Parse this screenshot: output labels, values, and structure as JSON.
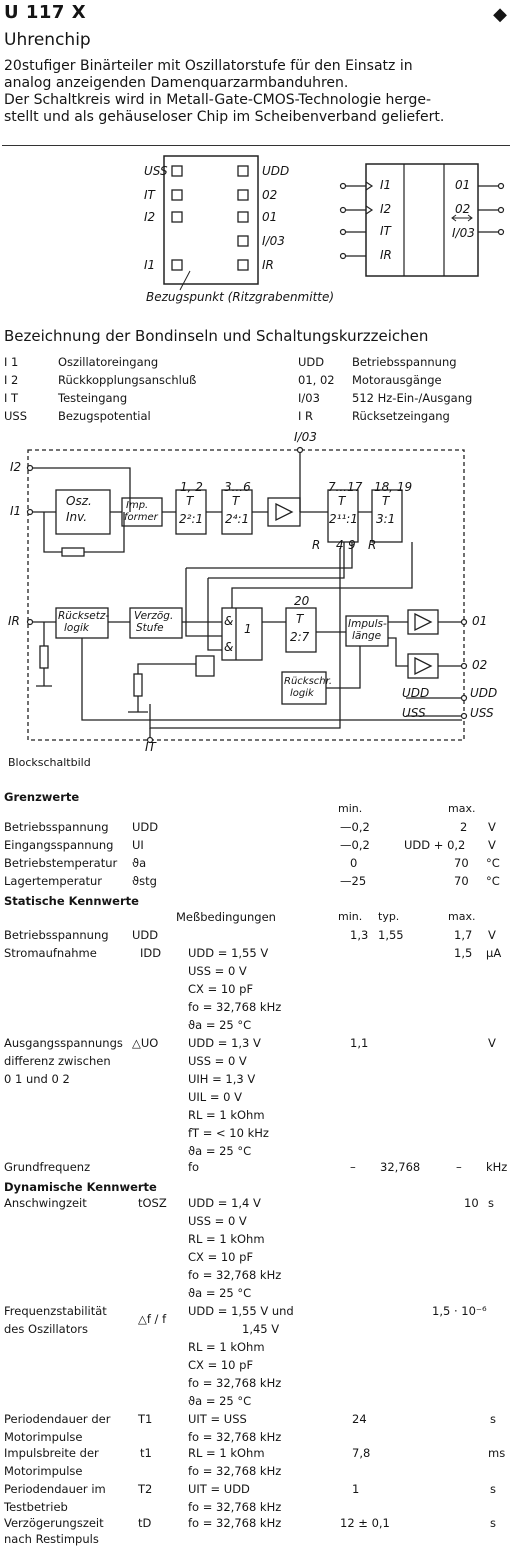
{
  "header": {
    "title": "U 117 X",
    "marker": "◆",
    "subtitle": "Uhrenchip",
    "intro": [
      "20stufiger Binärteiler mit Oszillatorstufe für den Einsatz in",
      "analog anzeigenden Damenquarzarmbanduhren.",
      "Der Schaltkreis wird in Metall-Gate-CMOS-Technologie herge-",
      "stellt und als gehäuseloser Chip im Scheibenverband geliefert."
    ]
  },
  "pinout": {
    "left_pins": [
      "USS",
      "IT",
      "I2",
      "",
      "I1"
    ],
    "right_pins": [
      "UDD",
      "02",
      "01",
      "I/03",
      "IR"
    ],
    "reference_note": "Bezugspunkt (Ritzgrabenmitte)",
    "symbol_inputs": [
      "I1",
      "I2",
      "IT",
      "IR"
    ],
    "symbol_outputs": [
      "01",
      "02",
      "I/03"
    ]
  },
  "bond_heading": "Bezeichnung der Bondinseln und Schaltungskurzzeichen",
  "bond_rows": [
    {
      "code": "I 1",
      "desc": "Oszillatoreingang",
      "code2": "UDD",
      "desc2": "Betriebsspannung"
    },
    {
      "code": "I 2",
      "desc": "Rückkopplungsanschluß",
      "code2": "01, 02",
      "desc2": "Motorausgänge"
    },
    {
      "code": "I T",
      "desc": "Testeingang",
      "code2": "I/03",
      "desc2": "512 Hz-Ein-/Ausgang"
    },
    {
      "code": "USS",
      "desc": "Bezugspotential",
      "code2": "I R",
      "desc2": "Rücksetzeingang"
    }
  ],
  "block": {
    "caption": "Blockschaltbild",
    "labels": {
      "io3": "I/03",
      "i2": "I2",
      "i1": "I1",
      "ir": "IR",
      "it": "IT",
      "osc1": "Osz.",
      "osc2": "Inv.",
      "imp1": "Imp.",
      "imp2": "former",
      "t": "T",
      "t1_top": "1, 2",
      "t1_ratio": "2²:1",
      "t2_top": "3...6",
      "t2_ratio": "2⁴:1",
      "t3_top": "7...17",
      "t3_ratio": "2¹¹:1",
      "t4_top": "18, 19",
      "t4_ratio": "3:1",
      "t5_top": "20",
      "t5_ratio": "2:7",
      "r": "R",
      "n4": "4",
      "n9": "9",
      "reset1": "Rücksetz-",
      "reset2": "logik",
      "delay1": "Verzög.",
      "delay2": "Stufe",
      "amp": "&",
      "one": "1",
      "puls1": "Impuls-",
      "puls2": "länge",
      "back1": "Rückschr.",
      "back2": "logik",
      "o1": "01",
      "o2": "02",
      "udd": "UDD",
      "uss": "USS"
    }
  },
  "limits": {
    "heading": "Grenzwerte",
    "col_min": "min.",
    "col_max": "max.",
    "rows": [
      {
        "name": "Betriebsspannung",
        "sym": "UDD",
        "min": "—0,2",
        "max": "2",
        "unit": "V"
      },
      {
        "name": "Eingangsspannung",
        "sym": "UI",
        "min": "—0,2",
        "max": "UDD + 0,2",
        "unit": "V"
      },
      {
        "name": "Betriebstemperatur",
        "sym": "ϑa",
        "min": "0",
        "max": "70",
        "unit": "°C"
      },
      {
        "name": "Lagertemperatur",
        "sym": "ϑstg",
        "min": "—25",
        "max": "70",
        "unit": "°C"
      }
    ]
  },
  "static": {
    "heading": "Statische Kennwerte",
    "col_cond": "Meßbedingungen",
    "col_min": "min.",
    "col_typ": "typ.",
    "col_max": "max.",
    "rows": [
      {
        "name": [
          "Betriebsspannung"
        ],
        "sym": "UDD",
        "cond": [],
        "min": "1,3",
        "typ": "1,55",
        "max": "1,7",
        "unit": "V"
      },
      {
        "name": [
          "Stromaufnahme"
        ],
        "sym": "IDD",
        "cond": [
          "UDD = 1,55 V",
          "USS = 0 V",
          "CX = 10 pF",
          "fo = 32,768 kHz",
          "ϑa = 25 °C"
        ],
        "min": "",
        "typ": "",
        "max": "1,5",
        "unit": "µA"
      },
      {
        "name": [
          "Ausgangsspannungs",
          "differenz zwischen",
          "0 1 und 0 2"
        ],
        "sym": "△UO",
        "cond": [
          "UDD = 1,3 V",
          "USS = 0 V",
          "UIH = 1,3 V",
          "UIL = 0 V",
          "RL = 1 kOhm",
          "fT = < 10 kHz",
          "ϑa = 25 °C"
        ],
        "min": "1,1",
        "typ": "",
        "max": "",
        "unit": "V"
      },
      {
        "name": [
          "Grundfrequenz"
        ],
        "sym": "fo",
        "cond": [],
        "min": "–",
        "typ": "32,768",
        "max": "–",
        "unit": "kHz"
      }
    ]
  },
  "dynamic": {
    "heading": "Dynamische Kennwerte",
    "rows": [
      {
        "name": [
          "Anschwingzeit"
        ],
        "sym": "tOSZ",
        "cond": [
          "UDD = 1,4 V",
          "USS = 0 V",
          "RL = 1 kOhm",
          "CX = 10 pF",
          "fo = 32,768 kHz",
          "ϑa = 25 °C"
        ],
        "typ": "",
        "max": "10",
        "unit": "s"
      },
      {
        "name": [
          "Frequenzstabilität",
          "des Oszillators"
        ],
        "sym": "△f / f",
        "cond": [
          "UDD = 1,55 V und",
          "1,45 V",
          "RL = 1 kOhm",
          "CX = 10 pF",
          "fo = 32,768 kHz",
          "ϑa = 25 °C"
        ],
        "typ": "",
        "max": "1,5 · 10⁻⁶",
        "unit": ""
      },
      {
        "name": [
          "Periodendauer der",
          "Motorimpulse"
        ],
        "sym": "T1",
        "cond": [
          "UIT = USS",
          "fo = 32,768 kHz"
        ],
        "typ": "24",
        "max": "",
        "unit": "s"
      },
      {
        "name": [
          "Impulsbreite der",
          "Motorimpulse"
        ],
        "sym": "t1",
        "cond": [
          "RL = 1 kOhm",
          "fo = 32,768 kHz"
        ],
        "typ": "7,8",
        "max": "",
        "unit": "ms"
      },
      {
        "name": [
          "Periodendauer im",
          "Testbetrieb"
        ],
        "sym": "T2",
        "cond": [
          "UIT = UDD",
          "fo = 32,768 kHz"
        ],
        "typ": "1",
        "max": "",
        "unit": "s"
      },
      {
        "name": [
          "Verzögerungszeit",
          "nach Restimpuls"
        ],
        "sym": "tD",
        "cond": [
          "fo = 32,768 kHz"
        ],
        "typ": "12 ± 0,1",
        "max": "",
        "unit": "s"
      }
    ]
  }
}
